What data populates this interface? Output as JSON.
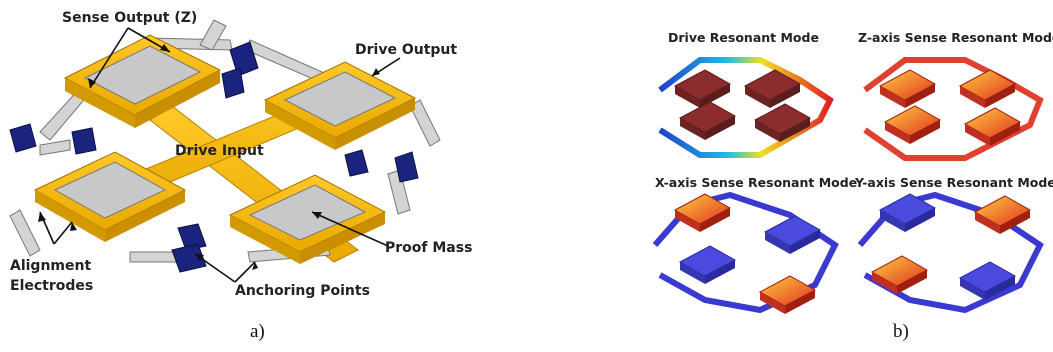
{
  "panel_a": {
    "caption": "a)",
    "labels": {
      "sense_output": "Sense Output (Z)",
      "drive_output": "Drive Output",
      "drive_input": "Drive Input",
      "alignment": "Alignment",
      "electrodes": "Electrodes",
      "anchoring": "Anchoring Points",
      "proof_mass": "Proof Mass"
    }
  },
  "panel_b": {
    "caption": "b)",
    "modes": [
      {
        "title": "Drive Resonant Mode"
      },
      {
        "title": "Z-axis Sense Resonant Mode"
      },
      {
        "title": "X-axis Sense Resonant Mode"
      },
      {
        "title": "Y-axis Sense Resonant Mode"
      }
    ]
  },
  "colors": {
    "electrode": "#f5b800",
    "mass": "#c8c8c8",
    "anchor": "#1a237e",
    "mode_red": "#8b2d2d",
    "mode_blue": "#4a4adf"
  }
}
